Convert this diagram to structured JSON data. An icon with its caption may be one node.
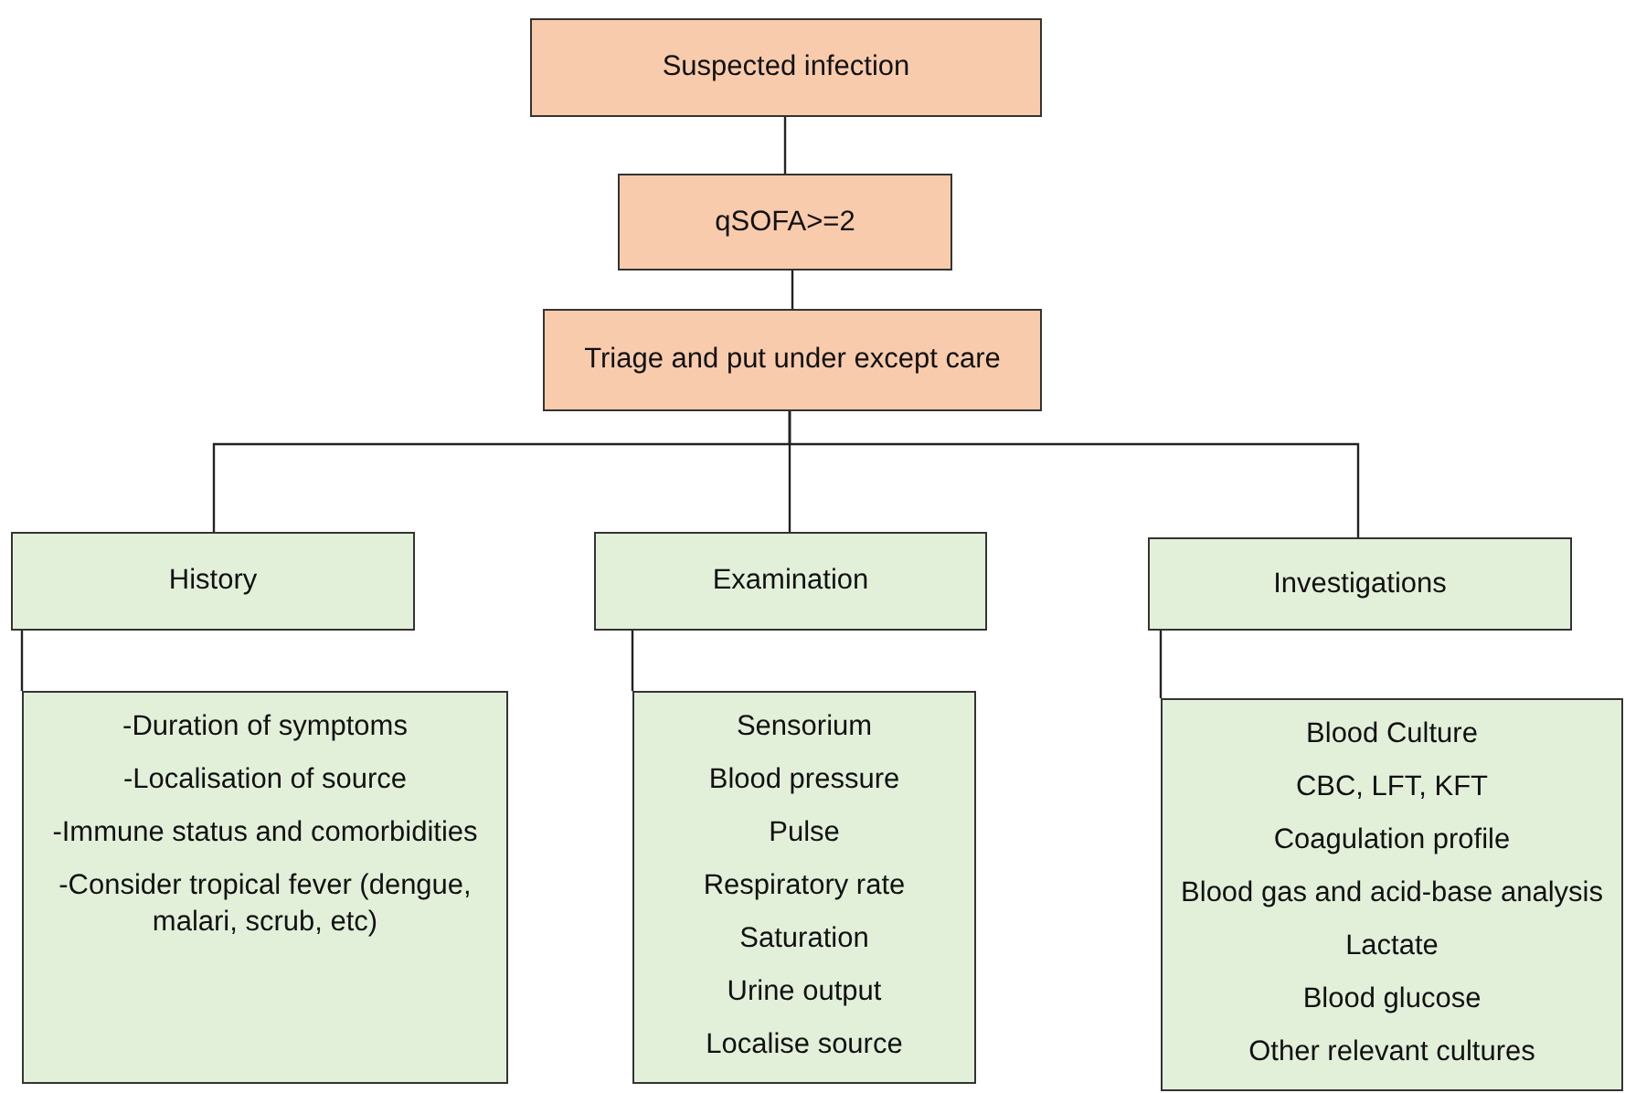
{
  "diagram": {
    "nodes": [
      {
        "text": [
          "Suspected infection"
        ]
      },
      {
        "text": [
          "qSOFA>=2"
        ]
      },
      {
        "text": [
          "Triage and put under except care"
        ]
      },
      {
        "text": [
          "History"
        ]
      },
      {
        "text": [
          "Examination"
        ]
      },
      {
        "text": [
          "Investigations"
        ]
      },
      {
        "text": [
          "-Duration of symptoms",
          "-Localisation of source",
          "-Immune status and comorbidities",
          "-Consider tropical fever (dengue, malari, scrub, etc)"
        ]
      },
      {
        "text": [
          "Sensorium",
          "Blood pressure",
          "Pulse",
          "Respiratory rate",
          "Saturation",
          "Urine output",
          "Localise source"
        ]
      },
      {
        "text": [
          "Blood Culture",
          "CBC, LFT, KFT",
          "Coagulation profile",
          "Blood gas and acid-base analysis",
          "Lactate",
          "Blood glucose",
          "Other relevant cultures"
        ]
      }
    ],
    "edges": [
      {
        "from": 0,
        "to": 1,
        "arrow": "none"
      },
      {
        "from": 1,
        "to": 2,
        "arrow": "none"
      },
      {
        "from": 2,
        "to": 3,
        "arrow": "none"
      },
      {
        "from": 2,
        "to": 4,
        "arrow": "none"
      },
      {
        "from": 2,
        "to": 5,
        "arrow": "none"
      },
      {
        "from": 3,
        "to": 6,
        "arrow": "none"
      },
      {
        "from": 4,
        "to": 7,
        "arrow": "none"
      },
      {
        "from": 5,
        "to": 8,
        "arrow": "none"
      }
    ]
  }
}
